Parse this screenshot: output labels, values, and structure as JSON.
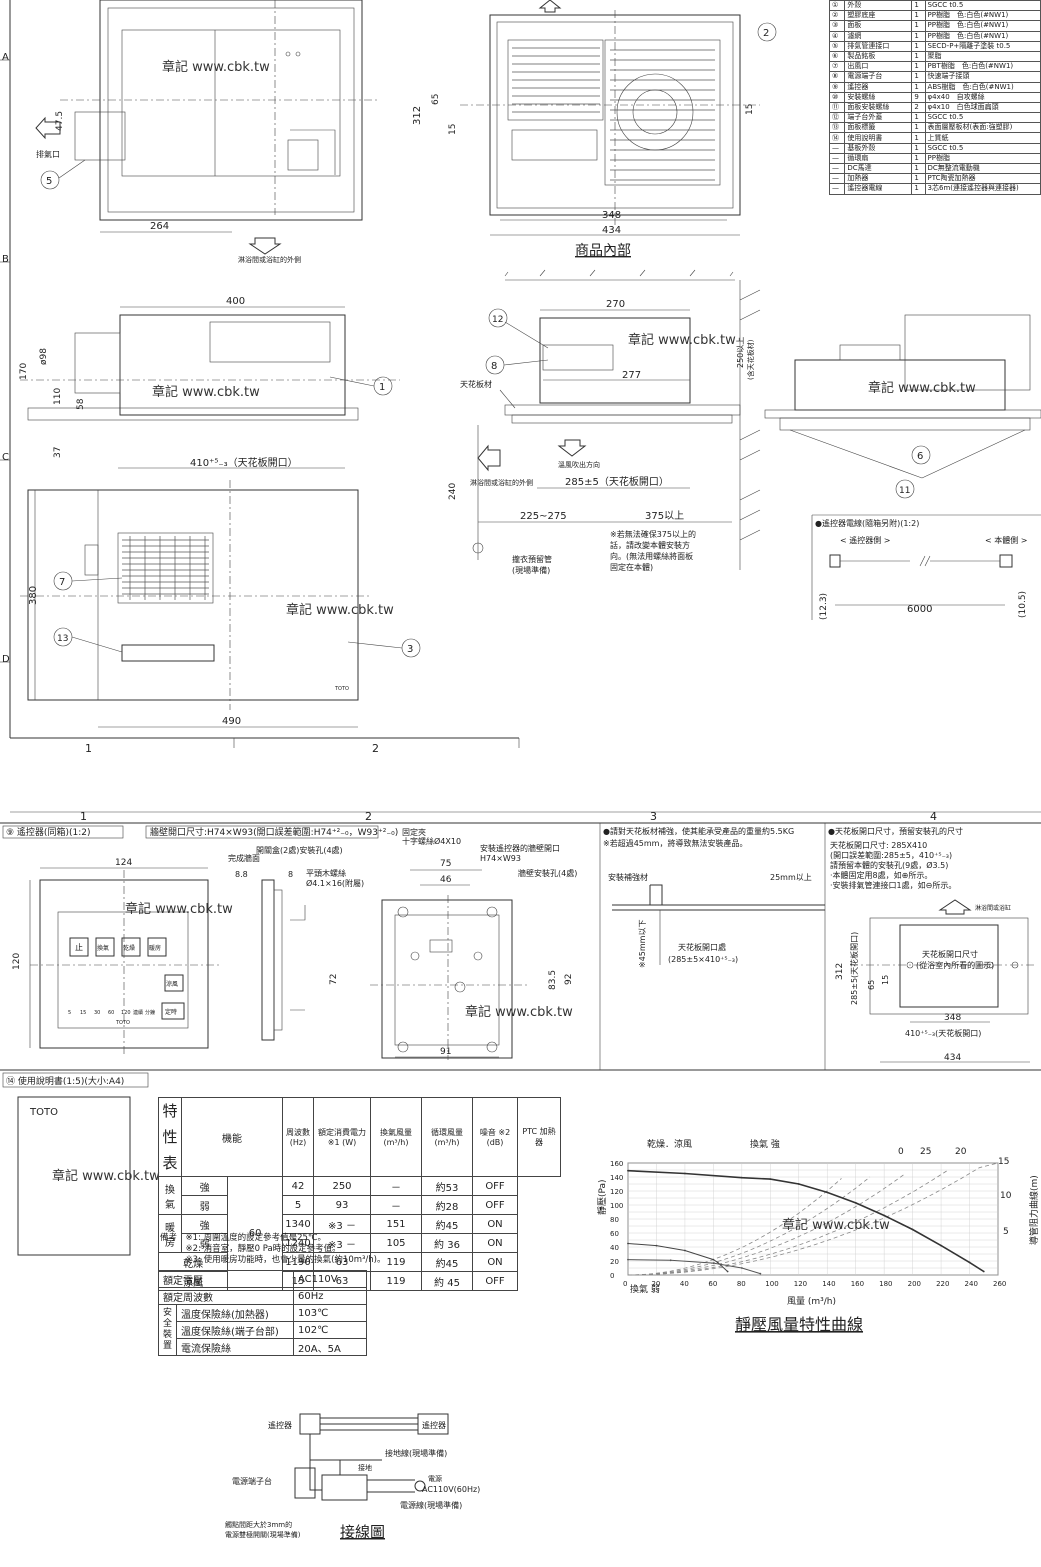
{
  "watermark": "章記 www.cbk.tw",
  "brand": "TOTO",
  "views": {
    "top_left": {
      "dim_264": "264",
      "dim_312": "312",
      "dim_65": "65",
      "dim_15": "15",
      "dim_47_5": "47.5",
      "exhaust_label": "排氣口",
      "bath_side": "淋浴間或浴缸的外側"
    },
    "interior": {
      "title": "商品內部",
      "dim_348": "348",
      "dim_434": "434",
      "dim_65": "65",
      "dim_15": "15",
      "dim_312": "312"
    },
    "side1": {
      "dim_400": "400",
      "dim_170": "170",
      "dim_98": "ø98",
      "dim_110": "110",
      "dim_58": "58",
      "dim_37": "37",
      "opening": "410⁺⁵₋₃（天花板開口）"
    },
    "side2": {
      "dim_270": "270",
      "dim_277": "277",
      "ceiling_label": "天花板材",
      "dim_250": "250以上",
      "dim_250_note": "(含天花板材)",
      "dim_240": "240",
      "air_out": "溫風吹出方向",
      "opening": "285±5（天花板開口）",
      "dim_225": "225~275",
      "dim_375": "375以上",
      "bath_side": "淋浴間或浴缸的外側",
      "pipe": "攏衣預留管",
      "pipe2": "(現場準備)",
      "note": [
        "※若無法確保375以上的",
        "話，請改變本體安裝方",
        "向。(無法用螺絲將面板",
        "固定在本體)"
      ]
    },
    "front": {
      "dim_380": "380",
      "dim_490": "490"
    },
    "grid_numbers": [
      "1",
      "2",
      "3",
      "4"
    ],
    "grid_letters": [
      "A",
      "B",
      "C",
      "D"
    ]
  },
  "cable": {
    "title": "●遙控器電線(隨箱另附)(1:2)",
    "left_label": "< 遙控器側 >",
    "right_label": "< 本體側 >",
    "dim_6000": "6000",
    "dim_12_3": "(12.3)",
    "dim_10_5": "(10.5)"
  },
  "parts_table": [
    [
      "①",
      "外殼",
      "1",
      "SGCC t0.5"
    ],
    [
      "②",
      "塑膠底座",
      "1",
      "PP樹脂　色:白色(#NW1)"
    ],
    [
      "③",
      "面板",
      "1",
      "PP樹脂　色:白色(#NW1)"
    ],
    [
      "④",
      "濾網",
      "1",
      "PP樹脂　色:白色(#NW1)"
    ],
    [
      "⑤",
      "排氣管連接口",
      "1",
      "SECD-P+隔離子塗裝 t0.5"
    ],
    [
      "⑥",
      "製品銘板",
      "1",
      "聚脂"
    ],
    [
      "⑦",
      "出風口",
      "1",
      "PBT樹脂　色:白色(#NW1)"
    ],
    [
      "⑧",
      "電源端子台",
      "1",
      "快速端子接頭"
    ],
    [
      "⑨",
      "遙控器",
      "1",
      "ABS樹脂　色:白色(#NW1)"
    ],
    [
      "⑩",
      "安裝螺絲",
      "9",
      "φ4x40　自攻螺絲"
    ],
    [
      "⑪",
      "面板安裝螺絲",
      "2",
      "φ4x10　白色球面扁頭"
    ],
    [
      "⑫",
      "端子台外蓋",
      "1",
      "SGCC t0.5"
    ],
    [
      "⑬",
      "面板標籤",
      "1",
      "表面層壓板材(表面:強塑膠)"
    ],
    [
      "⑭",
      "使用說明書",
      "1",
      "上質紙"
    ],
    [
      "—",
      "基板外殼",
      "1",
      "SGCC t0.5"
    ],
    [
      "—",
      "循環扇",
      "1",
      "PP樹脂"
    ],
    [
      "—",
      "DC馬達",
      "1",
      "DC無整流電動機"
    ],
    [
      "—",
      "加熱器",
      "1",
      "PTC陶瓷加熱器"
    ],
    [
      "—",
      "遙控器電線",
      "1",
      "3芯6m(連接遙控器與連接器)"
    ]
  ],
  "remote": {
    "title": "⑨ 遙控器(同箱)(1:2)",
    "wall_opening": "牆壁開口尺寸:H74×W93(開口誤差範圍:H74⁺²₋₀，W93⁺²₋₀)",
    "screw_note": "開關盒(2處)安裝孔(4處)",
    "fix_note": "固定夾\n十字螺絲φ4X10",
    "install_note": "安裝遙控器的牆壁開口\nH74×W93",
    "hole_note": "牆壁安裝孔(4處)",
    "flat_screw": "平頭木螺絲\nφ4.1×16(附屬)",
    "finish_wall": "完成牆面",
    "dims": {
      "w124": "124",
      "h120": "120",
      "d8_8": "8.8",
      "d8": "8",
      "h72": "72",
      "w75": "75",
      "w46": "46",
      "h83_5": "83.5",
      "h92": "92",
      "w91": "91"
    },
    "buttons": [
      "止",
      "換氣",
      "乾燥",
      "暖房",
      "涼風",
      "定時"
    ],
    "timer_marks": [
      "5",
      "15",
      "30",
      "60",
      "120",
      "連續",
      "分鐘"
    ]
  },
  "ceiling_note": {
    "title": "●請對天花板材補強，使其能承受產品的重量約5.5KG",
    "sub": "※若超過45mm，將導致無法安裝產品。",
    "reinforce": "安裝補強材",
    "dim_25": "25mm以上",
    "dim_45": "※\n45mm以下",
    "opening": "天花板開口處",
    "opening_dim": "(285±5×410⁺⁵₋₃)"
  },
  "ceiling_opening": {
    "title": "●天花板開口尺寸，預留安裝孔的尺寸",
    "lines": [
      "天花板開口尺寸: 285X410",
      "(開口誤差範圍:285±5，410⁺⁵₋₃)",
      "請預留本體的安裝孔(9處，Ø3.5)",
      "·本體固定用8處，如⊕所示。",
      "·安裝排氣管連接口1處，如⊖所示。"
    ],
    "bath_label": "淋浴間或浴缸",
    "center_label": "天花板開口尺寸",
    "center_sub": "(從浴室內所看的圖示)",
    "dims": {
      "d312": "312",
      "d285": "285±5(天花板開口)",
      "d65": "65",
      "d15": "15",
      "d15b": "15",
      "d348": "348",
      "d410": "410⁺⁵₋₃(天花板開口)",
      "d434": "434"
    }
  },
  "manual": {
    "title": "⑭ 使用說明書(1:5)(大小:A4)",
    "brand": "TOTO"
  },
  "spec_table": {
    "side_label": [
      "特",
      "性",
      "表"
    ],
    "headers": [
      "機能",
      "周波數\n(Hz)",
      "額定消費電力\n※1 (W)",
      "換氣風量\n(m³/h)",
      "循環風量\n(m³/h)",
      "噪音\n※2 (dB)",
      "PTC\n加熱器"
    ],
    "freq": "60",
    "rows": [
      [
        "換氣",
        "強",
        "42",
        "250",
        "－",
        "約53",
        "OFF"
      ],
      [
        "",
        "弱",
        "5",
        "93",
        "－",
        "約28",
        "OFF"
      ],
      [
        "暖房",
        "強",
        "1340",
        "※3 －",
        "151",
        "約45",
        "ON"
      ],
      [
        "",
        "弱",
        "1240",
        "※3 －",
        "105",
        "約 36",
        "ON"
      ],
      [
        "乾燥",
        "",
        "1190",
        "63",
        "119",
        "約45",
        "ON"
      ],
      [
        "涼風",
        "",
        "15",
        "63",
        "119",
        "約 45",
        "OFF"
      ]
    ],
    "remarks": [
      "備考　※1: 周圍溫度的設定參考值是25℃。",
      "　　　※2: 消音室，靜壓0 Pa時的設定參考值。",
      "　　　※3: 使用暖房功能時，也會少量的換氣(約10m³/h)。"
    ]
  },
  "rated_table": [
    [
      "額定電壓",
      "AC110V"
    ],
    [
      "額定周波數",
      "60Hz"
    ],
    [
      "溫度保險絲(加熱器)",
      "103℃"
    ],
    [
      "溫度保險絲(端子台部)",
      "102℃"
    ],
    [
      "電流保險絲",
      "20A、5A"
    ]
  ],
  "safety_label": "安全裝置",
  "wiring": {
    "title": "接線圖",
    "remote": "遙控器",
    "remote2": "遙控器",
    "ground": "接地線(現場準備)",
    "terminal": "電源端子台",
    "power": "電源\nAC110V(60Hz)",
    "power_line": "電源線(現場準備)",
    "switch_note": "觸點間距大於3mm的\n電源雙極開關(現場準備)",
    "earth": "接地"
  },
  "chart_data": {
    "type": "line",
    "title": "靜壓風量特性曲線",
    "xlabel": "風量 (m³/h)",
    "ylabel": "靜壓(Pa)",
    "y2label": "導管阻力曲線(m)",
    "xlim": [
      0,
      260
    ],
    "ylim": [
      0,
      160
    ],
    "x_ticks": [
      0,
      20,
      40,
      60,
      80,
      100,
      120,
      140,
      160,
      180,
      200,
      220,
      240,
      260
    ],
    "y_ticks": [
      0,
      10,
      20,
      30,
      40,
      50,
      60,
      70,
      80,
      90,
      100,
      110,
      120,
      130,
      140,
      150,
      160
    ],
    "series": [
      {
        "name": "換氣 強",
        "x": [
          0,
          40,
          80,
          100,
          120,
          140,
          160,
          180,
          200,
          220,
          240,
          250
        ],
        "y": [
          149,
          145,
          139,
          137,
          130,
          118,
          103,
          85,
          65,
          42,
          18,
          5
        ]
      },
      {
        "name": "乾燥．涼風",
        "x": [
          0,
          20,
          40,
          60,
          63,
          70
        ],
        "y": [
          45,
          42,
          35,
          22,
          18,
          5
        ]
      },
      {
        "name": "換氣 弱",
        "x": [
          0,
          30,
          60,
          80,
          93
        ],
        "y": [
          22,
          21,
          17,
          10,
          2
        ]
      }
    ],
    "duct_curves_top": [
      "0",
      "25",
      "20",
      "15"
    ],
    "duct_curves_right": [
      "10",
      "5"
    ],
    "annotations": [
      "乾燥．涼風",
      "換氣 強",
      "換氣 弱"
    ]
  }
}
